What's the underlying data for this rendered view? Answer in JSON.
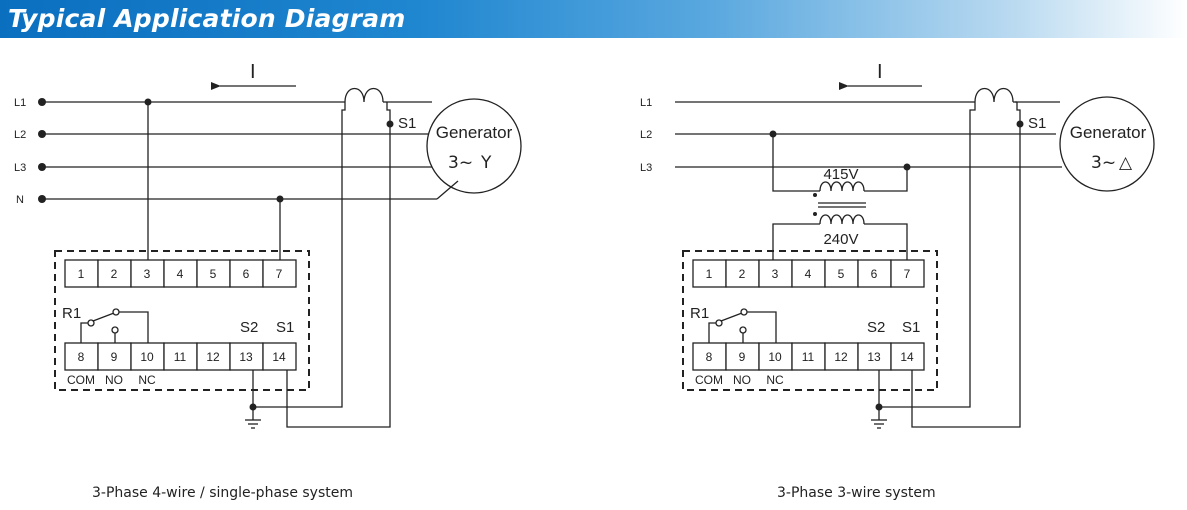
{
  "header": {
    "title": "Typical Application Diagram"
  },
  "left": {
    "lines": [
      "L1",
      "L2",
      "L3",
      "N"
    ],
    "current_label": "I",
    "ct_label": "S1",
    "generator": {
      "name": "Generator",
      "symbol": "3~",
      "wiring": "Y"
    },
    "terminals_top": [
      "1",
      "2",
      "3",
      "4",
      "5",
      "6",
      "7"
    ],
    "terminals_bottom": [
      "8",
      "9",
      "10",
      "11",
      "12",
      "13",
      "14"
    ],
    "relay_label": "R1",
    "s2_label": "S2",
    "s1_label": "S1",
    "contacts": [
      "COM",
      "NO",
      "NC"
    ],
    "caption": "3-Phase 4-wire / single-phase system"
  },
  "right": {
    "lines": [
      "L1",
      "L2",
      "L3"
    ],
    "current_label": "I",
    "ct_label": "S1",
    "generator": {
      "name": "Generator",
      "symbol": "3~",
      "wiring": "△"
    },
    "transformer_primary": "415V",
    "transformer_secondary": "240V",
    "terminals_top": [
      "1",
      "2",
      "3",
      "4",
      "5",
      "6",
      "7"
    ],
    "terminals_bottom": [
      "8",
      "9",
      "10",
      "11",
      "12",
      "13",
      "14"
    ],
    "relay_label": "R1",
    "s2_label": "S2",
    "s1_label": "S1",
    "contacts": [
      "COM",
      "NO",
      "NC"
    ],
    "caption": "3-Phase 3-wire system"
  }
}
